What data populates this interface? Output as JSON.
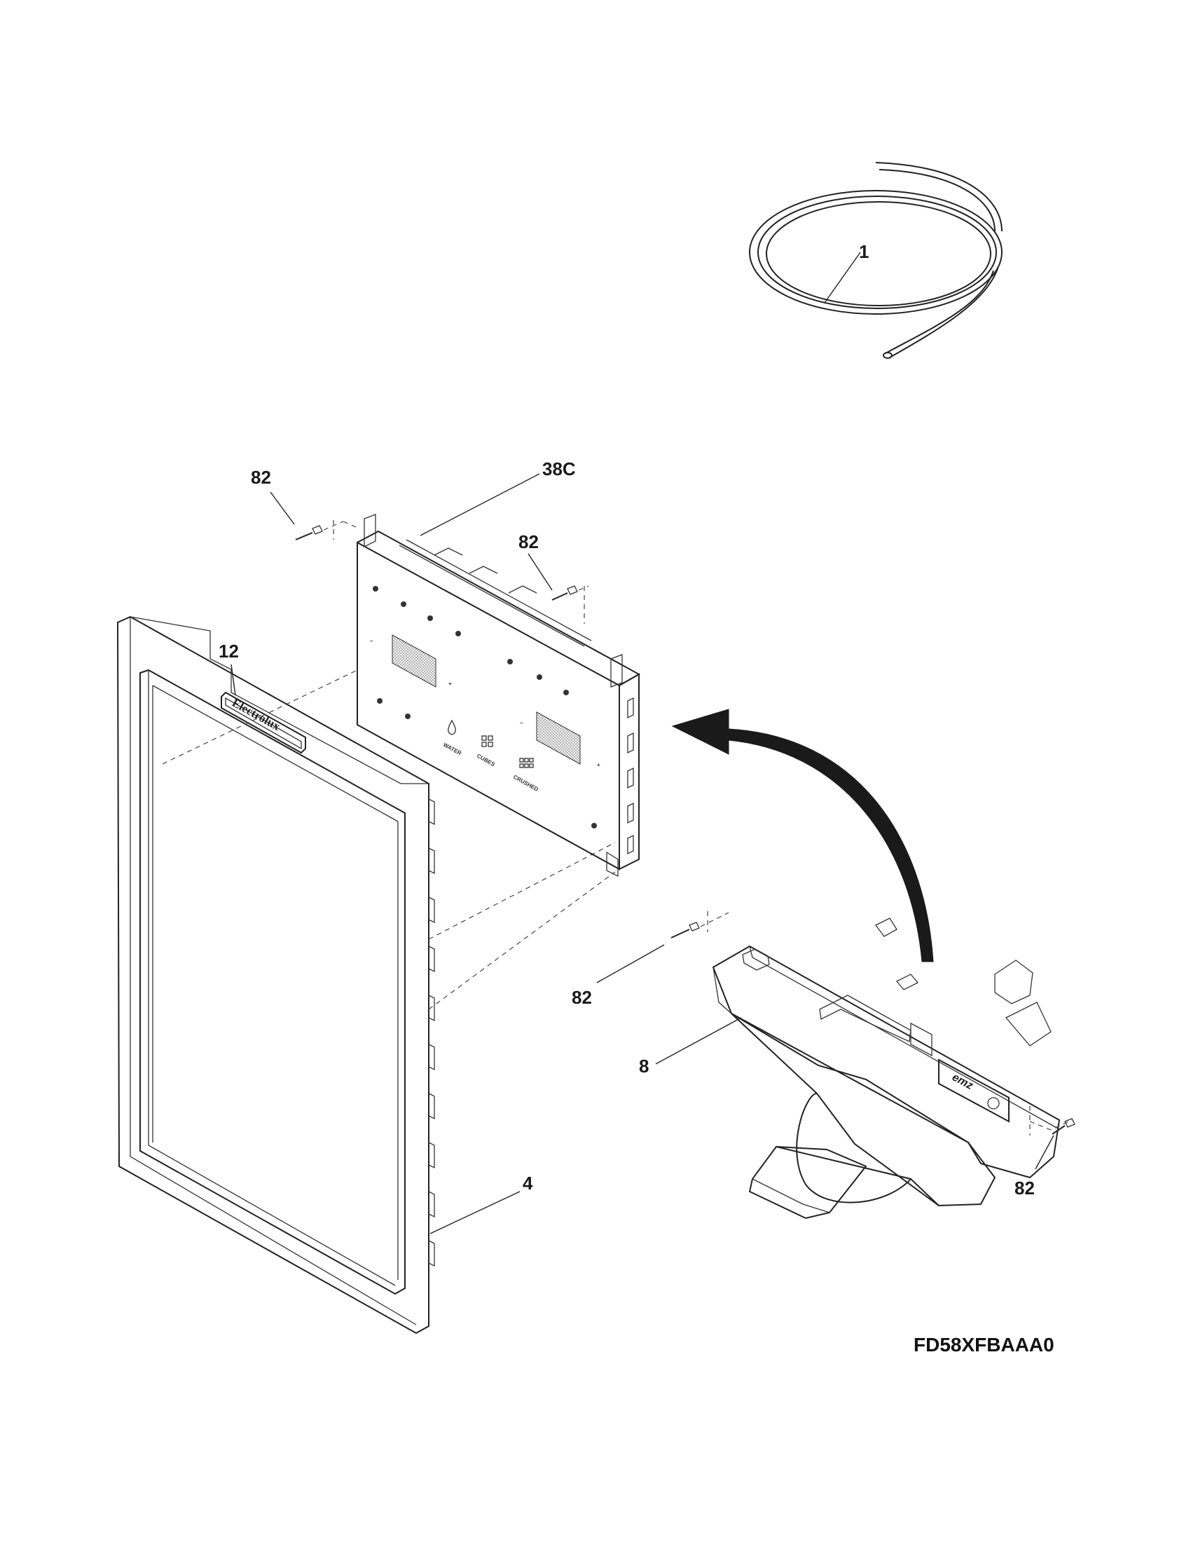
{
  "callouts": {
    "tubing": "1",
    "control_board": "38C",
    "screw_top_left": "82",
    "screw_top_right": "82",
    "badge": "12",
    "actuator_screw_left": "82",
    "actuator": "8",
    "frame": "4",
    "actuator_screw_right": "82"
  },
  "badge_text": "Electrolux",
  "model_number": "FD58XFBAAA0",
  "panel_labels": {
    "water": "WATER",
    "cubes": "CUBES",
    "crushed": "CRUSHED"
  },
  "actuator_logo": "emz"
}
